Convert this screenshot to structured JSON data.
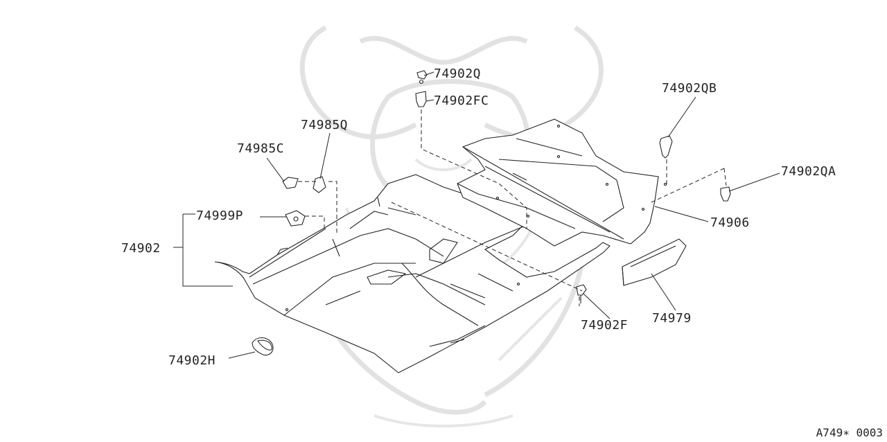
{
  "labels": {
    "p74902Q": "74902Q",
    "p74902FC": "74902FC",
    "p74902QB": "74902QB",
    "p74985Q": "74985Q",
    "p74985C": "74985C",
    "p74902QA": "74902QA",
    "p74999P": "74999P",
    "p74906": "74906",
    "p74902": "74902",
    "p74979": "74979",
    "p74902F": "74902F",
    "p74902H": "74902H"
  },
  "diagram_code": "A749∗ 0003",
  "colors": {
    "line": "#222222",
    "watermark": "#e2e2e2",
    "background": "#ffffff"
  }
}
